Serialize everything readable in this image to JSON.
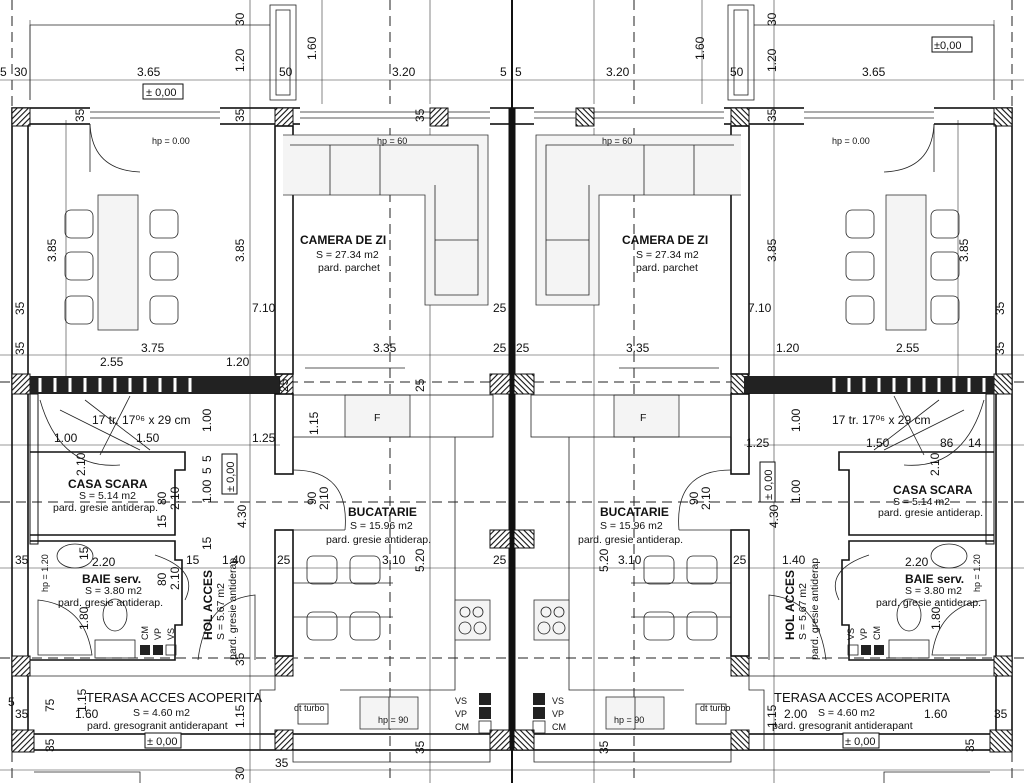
{
  "title": "Floor plan - ground floor duplex",
  "level_marker": "± 0,00",
  "left_unit": {
    "top_dims": [
      "30",
      "1.20",
      "1.60",
      "50",
      "3.65",
      "3.20",
      "5",
      "5",
      "30"
    ],
    "living": {
      "name": "CAMERA DE ZI",
      "area": "S = 27.34 m2",
      "floor": "pard. parchet",
      "hp": "hp = 60"
    },
    "dining_hp": "hp = 0.00",
    "dims_upper": [
      "3.85",
      "35",
      "35",
      "3.75",
      "2.55",
      "1.20",
      "7.10",
      "3.85",
      "35",
      "35",
      "3.35",
      "25",
      "25",
      "35"
    ],
    "stair": {
      "name": "CASA SCARA",
      "area": "S = 5.14 m2",
      "floor": "pard. gresie antiderap.",
      "steps": "17 tr. 17⁰⁶ x 29 cm"
    },
    "dims_stair": [
      "1.00",
      "1.50",
      "1.25",
      "1.00",
      "2.10",
      "4.30",
      "1.00",
      "2.10",
      "80",
      "5",
      "5",
      "15",
      "15"
    ],
    "bath": {
      "name": "BAIE serv.",
      "area": "S = 3.80 m2",
      "floor": "pard. gresie antiderap.",
      "hp": "hp = 1.20",
      "fixtures": [
        "CM",
        "VP",
        "VS"
      ]
    },
    "dims_bath": [
      "2.20",
      "1.80",
      "15",
      "1.40",
      "80",
      "2.10",
      "35",
      "15"
    ],
    "hall": {
      "name": "HOL ACCES",
      "area": "S = 5.67 m2",
      "floor": "pard. gresie antiderap"
    },
    "terrace": {
      "name": "TERASA ACCES ACOPERITA",
      "area": "S =  4.60 m2",
      "floor": "pard. gresogranit antiderapant"
    },
    "dims_terrace": [
      "1.60",
      "75",
      "1.15",
      "35",
      "35",
      "1.15",
      "35",
      "30",
      "5"
    ],
    "kitchen": {
      "name": "BUCATARIE",
      "area": "S = 15.96 m2",
      "floor": "pard. gresie antiderap.",
      "fridge": "F",
      "boiler": "dt turbo",
      "hp": "hp = 90",
      "fixtures": [
        "VS",
        "VP",
        "CM"
      ]
    },
    "dims_kitchen": [
      "25",
      "25",
      "1.15",
      "90",
      "2.10",
      "25",
      "3.10",
      "5.20",
      "25",
      "35",
      "35"
    ]
  },
  "right_unit": {
    "top_dims": [
      "30",
      "1.20",
      "1.60",
      "50",
      "3.65",
      "3.20",
      "5",
      "±0,00"
    ],
    "living": {
      "name": "CAMERA DE ZI",
      "area": "S = 27.34 m2",
      "floor": "pard. parchet",
      "hp": "hp = 60"
    },
    "dining_hp": "hp = 0.00",
    "dims_upper": [
      "3.85",
      "3.85",
      "7.10",
      "35",
      "35",
      "1.20",
      "2.55",
      "3.35",
      "35",
      "25"
    ],
    "stair": {
      "name": "CASA SCARA",
      "area": "S = 5.14 m2",
      "floor": "pard. gresie antiderap.",
      "steps": "17 tr. 17⁰⁶ x 29 cm"
    },
    "dims_stair": [
      "1.25",
      "1.50",
      "86",
      "14",
      "2.10",
      "4.30",
      "1.00",
      "1.00"
    ],
    "bath": {
      "name": "BAIE serv.",
      "area": "S = 3.80 m2",
      "floor": "pard. gresie antiderap.",
      "hp": "hp = 1.20",
      "fixtures": [
        "VS",
        "VP",
        "CM"
      ]
    },
    "dims_bath": [
      "2.20",
      "1.40",
      "1.80"
    ],
    "hall": {
      "name": "HOL ACCES",
      "area": "S = 5.67 m2",
      "floor": "pard. gresie antiderap"
    },
    "terrace": {
      "name": "TERASA ACCES ACOPERITA",
      "area": "S =  4.60 m2",
      "floor": "pard. gresogranit antiderapant"
    },
    "dims_terrace": [
      "2.00",
      "1.60",
      "1.15",
      "35",
      "35"
    ],
    "kitchen": {
      "name": "BUCATARIE",
      "area": "S = 15.96 m2",
      "floor": "pard. gresie antiderap.",
      "fridge": "F",
      "boiler": "dt turbo",
      "hp": "hp = 90",
      "fixtures": [
        "VS",
        "VP",
        "CM"
      ]
    },
    "dims_kitchen": [
      "3.10",
      "5.20",
      "25",
      "90",
      "2.10",
      "35"
    ]
  }
}
